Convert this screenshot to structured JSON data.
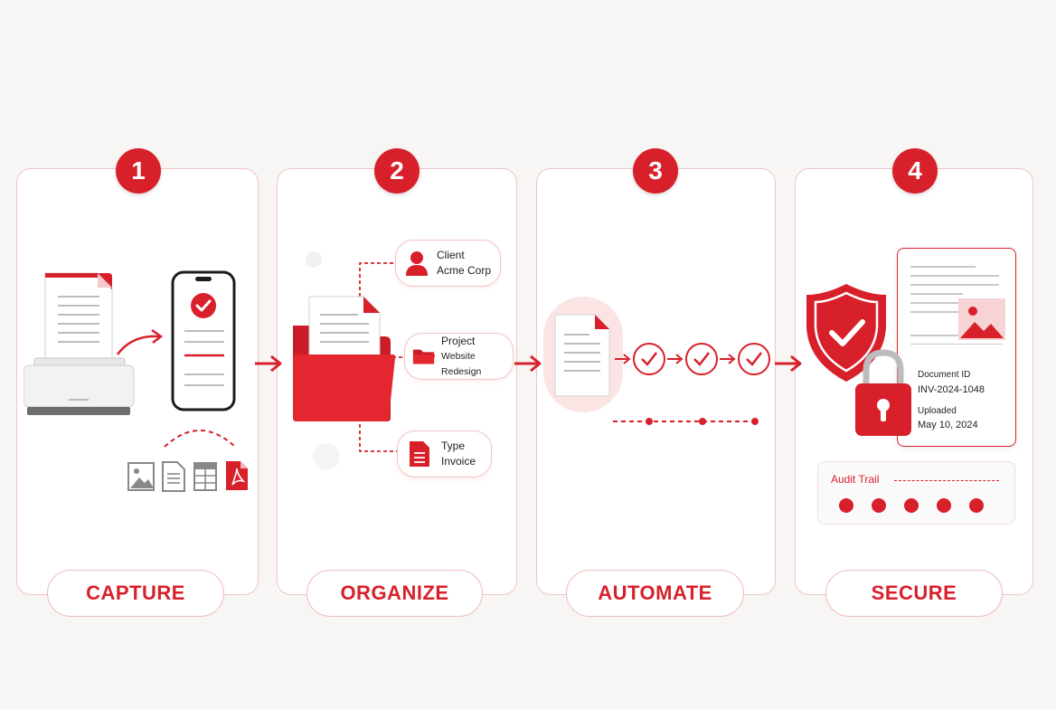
{
  "steps": [
    {
      "number": "1",
      "label": "CAPTURE"
    },
    {
      "number": "2",
      "label": "ORGANIZE"
    },
    {
      "number": "3",
      "label": "AUTOMATE"
    },
    {
      "number": "4",
      "label": "SECURE"
    }
  ],
  "organize": {
    "client": {
      "key": "Client",
      "value": "Acme Corp"
    },
    "project": {
      "key": "Project",
      "value": "Website Redesign"
    },
    "type": {
      "key": "Type",
      "value": "Invoice"
    }
  },
  "secure": {
    "doc_id_label": "Document ID",
    "doc_id_value": "INV-2024-1048",
    "uploaded_label": "Uploaded",
    "uploaded_value": "May 10, 2024",
    "audit_trail": "Audit Trail"
  },
  "colors": {
    "accent": "#d8202b",
    "border": "#f0c4c4",
    "background": "#f8f6f5"
  },
  "icons": [
    "scanner-icon",
    "phone-check-icon",
    "image-file-icon",
    "doc-file-icon",
    "spreadsheet-file-icon",
    "pdf-file-icon",
    "folder-icon",
    "user-icon",
    "shield-check-icon",
    "padlock-icon",
    "check-circle-icon"
  ]
}
